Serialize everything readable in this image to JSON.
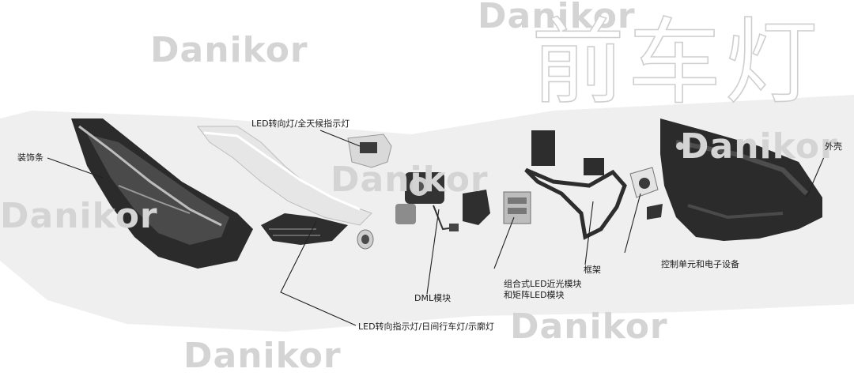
{
  "title": "前车灯",
  "watermark": "Danikor",
  "labels": {
    "trim_strip": "装饰条",
    "turn_signal_allweather": "LED转向灯/全天候指示灯",
    "drl_assembly": "LED转向指示灯/日间行车灯/示廓灯",
    "dml_module": "DML模块",
    "led_matrix": "组合式LED近光模块\n和矩阵LED模块",
    "frame": "框架",
    "control_unit": "控制单元和电子设备",
    "housing": "外壳"
  },
  "colors": {
    "background": "#ffffff",
    "band": "#efefef",
    "part_dark": "#2b2b2b",
    "part_light": "#e8e8e8",
    "leader": "#222222",
    "watermark": "#d4d4d4"
  }
}
